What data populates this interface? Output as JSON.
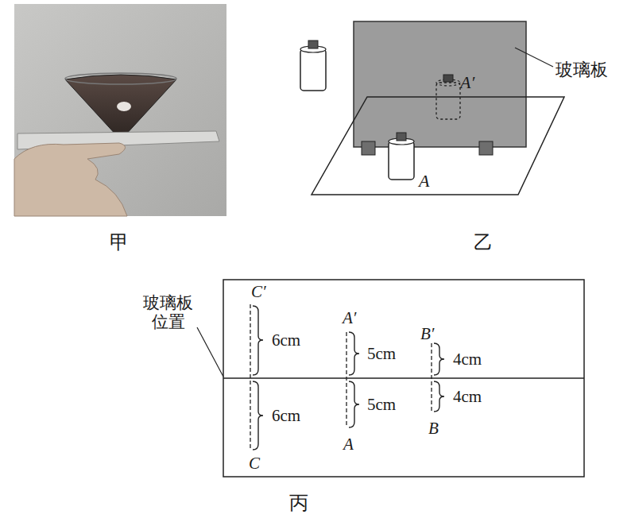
{
  "diagram": {
    "labels": [
      "甲",
      "玻璃板",
      "A′",
      "A",
      "乙",
      "玻璃板 位置",
      "C′",
      "A′",
      "B′",
      "6cm",
      "5cm",
      "4cm",
      "6cm",
      "5cm",
      "4cm",
      "B",
      "A",
      "C",
      "丙"
    ]
  }
}
